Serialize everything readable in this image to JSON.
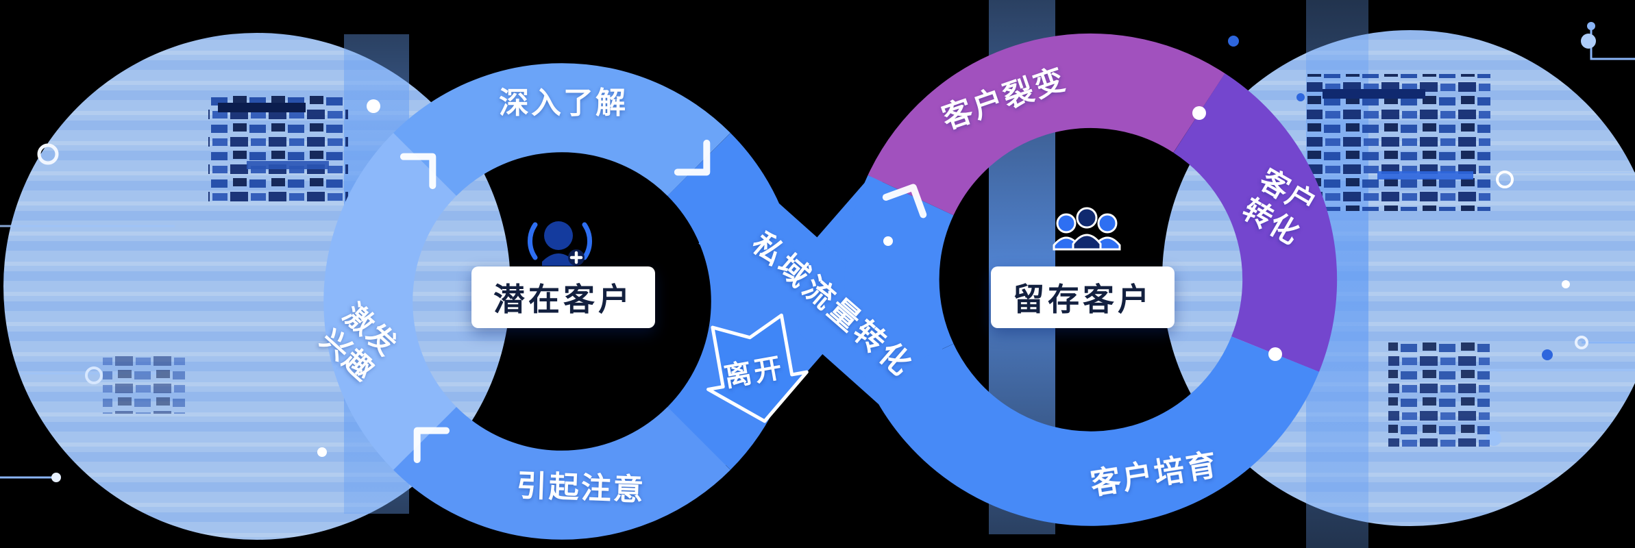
{
  "palette": {
    "background": "#000000",
    "ring_blue": "#478af7",
    "ring_blue_mid": "#6ba4f8",
    "ring_blue_soft": "#5a96f7",
    "ring_blue_light": "#8cb8fa",
    "purple": "#a151be",
    "violet": "#7446ce",
    "bg_circle_blue": "#adcdfa",
    "bar_blue": "#5f9af5",
    "navy_pixel": "#10296f",
    "white": "#ffffff"
  },
  "left_ring": {
    "center_label": "潜在客户",
    "icon": "prospect-listening-icon",
    "stages": [
      {
        "label": "深入了解"
      },
      {
        "label": "激发兴趣",
        "line1": "激发",
        "line2": "兴趣"
      },
      {
        "label": "引起注意"
      }
    ]
  },
  "right_ring": {
    "center_label": "留存客户",
    "icon": "customer-group-icon",
    "stages": [
      {
        "label": "客户裂变"
      },
      {
        "label": "客户转化",
        "line1": "客户",
        "line2": "转化"
      },
      {
        "label": "客户培育"
      }
    ]
  },
  "flow": {
    "conversion_label": "私域流量转化",
    "leave_label": "离开"
  }
}
